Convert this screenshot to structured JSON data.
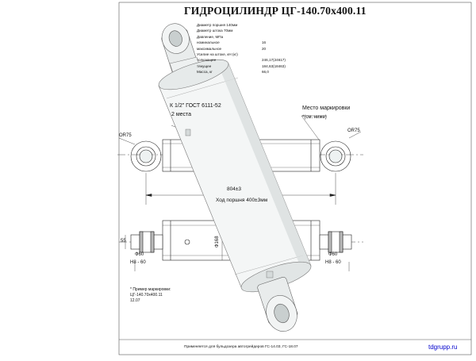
{
  "title": "ГИДРОЦИЛИНДР  ЦГ-140.70х400.11",
  "spec": [
    {
      "label": "Диаметр поршня 140мм",
      "value": ""
    },
    {
      "label": "Диаметр штока 70мм",
      "value": ""
    },
    {
      "label": "Давление, МПа",
      "value": ""
    },
    {
      "label": "номинальное",
      "value": "16"
    },
    {
      "label": "максимальное",
      "value": "20"
    },
    {
      "label": "Усилие на штоке, кН (кг)",
      "value": ""
    },
    {
      "label": "толкающее",
      "value": "246,17(24617)"
    },
    {
      "label": "тянущее",
      "value": "184,63(18463)"
    },
    {
      "label": "Масса, кг",
      "value": "66,0"
    }
  ],
  "labels": {
    "port": "К 1/2\" ГОСТ 6111-52",
    "port_qty": "2 места",
    "marking_place": "Место маркировки",
    "marking_see": "*(см. ниже)",
    "r75_left": "ОR75",
    "r75_right": "ОR75",
    "length": "804±3",
    "stroke": "Ход поршня 400±3мм",
    "d60_left": "Ф60",
    "h60_left": "Н8 - 60",
    "d60_right": "Ф60",
    "h60_right": "Н8 - 60",
    "d168": "Ф168",
    "w55": "55"
  },
  "note": [
    "* Пример маркировки:",
    "ЦГ-140.70х400.11",
    "12.07"
  ],
  "footer": "Применяется для бульдозера автогрейдеров ГС-14.03, ГС-18.07",
  "site": "tdgrupp.ru"
}
